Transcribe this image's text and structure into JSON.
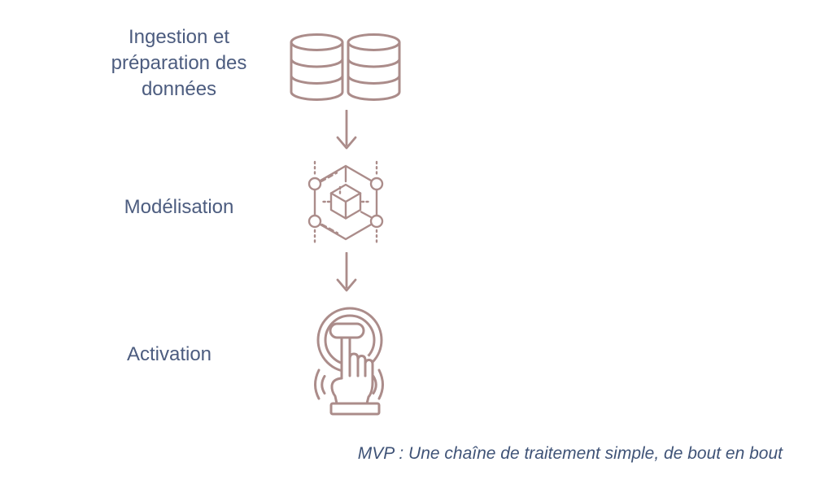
{
  "diagram": {
    "steps": [
      {
        "label": "Ingestion et préparation des données",
        "icon": "databases-icon"
      },
      {
        "label": "Modélisation",
        "icon": "model-network-icon"
      },
      {
        "label": "Activation",
        "icon": "tap-hand-icon"
      }
    ],
    "connector": "arrow-down-icon",
    "caption": "MVP : Une chaîne de traitement simple, de bout en bout",
    "colors": {
      "icon_stroke": "#ab8c8a",
      "label_text": "#4c5c7f",
      "caption_text": "#3f5377",
      "background": "#ffffff"
    }
  }
}
